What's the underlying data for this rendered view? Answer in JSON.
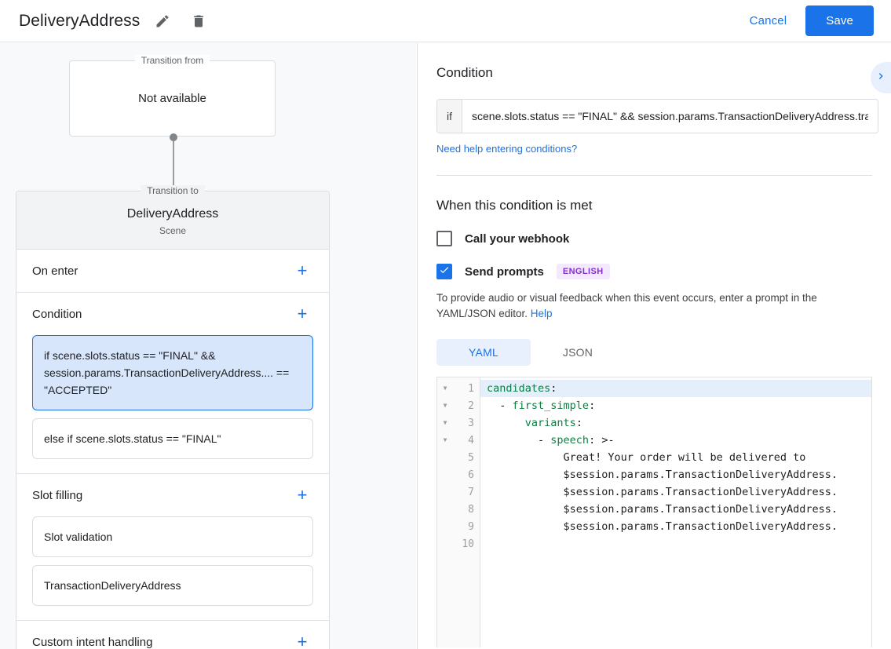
{
  "topbar": {
    "title": "DeliveryAddress",
    "edit_icon": "pencil-icon",
    "delete_icon": "trash-icon",
    "cancel_label": "Cancel",
    "save_label": "Save",
    "accent_color": "#1a73e8"
  },
  "left": {
    "transition_from": {
      "legend": "Transition from",
      "value": "Not available"
    },
    "transition_to": {
      "legend": "Transition to",
      "title": "DeliveryAddress",
      "subtitle": "Scene"
    },
    "sections": [
      {
        "title": "On enter",
        "add_label": "+",
        "items": []
      },
      {
        "title": "Condition",
        "add_label": "+",
        "items": [
          {
            "text": "if scene.slots.status == \"FINAL\" && session.params.TransactionDeliveryAddress.... == \"ACCEPTED\"",
            "selected": true
          },
          {
            "text": "else if scene.slots.status == \"FINAL\"",
            "selected": false
          }
        ]
      },
      {
        "title": "Slot filling",
        "add_label": "+",
        "items": [
          {
            "text": "Slot validation",
            "selected": false
          },
          {
            "text": "TransactionDeliveryAddress",
            "selected": false
          }
        ]
      },
      {
        "title": "Custom intent handling",
        "add_label": "+",
        "items": []
      }
    ]
  },
  "right": {
    "condition": {
      "heading": "Condition",
      "if_label": "if",
      "value": "scene.slots.status == \"FINAL\" && session.params.TransactionDeliveryAddress.transactionDecisionValue.transactionDecision == \"ACCEPTED\"",
      "help_link": "Need help entering conditions?",
      "expand_icon": "chevron-right-icon"
    },
    "when_met": {
      "heading": "When this condition is met",
      "webhook": {
        "label": "Call your webhook",
        "checked": false
      },
      "send_prompts": {
        "label": "Send prompts",
        "checked": true,
        "badge": "ENGLISH",
        "badge_color": "#8430ce"
      },
      "description_before": "To provide audio or visual feedback when this event occurs, enter a prompt in the YAML/JSON editor. ",
      "description_link": "Help"
    },
    "editor": {
      "tabs": [
        {
          "label": "YAML",
          "active": true
        },
        {
          "label": "JSON",
          "active": false
        }
      ],
      "lines": [
        {
          "num": "1",
          "foldable": true,
          "highlight": true,
          "key": "candidates",
          "indent": "",
          "after": ":",
          "rest": ""
        },
        {
          "num": "2",
          "foldable": true,
          "highlight": false,
          "key": "first_simple",
          "indent": "  - ",
          "after": ":",
          "rest": ""
        },
        {
          "num": "3",
          "foldable": true,
          "highlight": false,
          "key": "variants",
          "indent": "      ",
          "after": ":",
          "rest": ""
        },
        {
          "num": "4",
          "foldable": true,
          "highlight": false,
          "key": "speech",
          "indent": "        - ",
          "after": ": ",
          "rest": ">-"
        },
        {
          "num": "5",
          "foldable": false,
          "highlight": false,
          "key": "",
          "indent": "            ",
          "after": "",
          "rest": "Great! Your order will be delivered to"
        },
        {
          "num": "6",
          "foldable": false,
          "highlight": false,
          "key": "",
          "indent": "            ",
          "after": "",
          "rest": "$session.params.TransactionDeliveryAddress."
        },
        {
          "num": "7",
          "foldable": false,
          "highlight": false,
          "key": "",
          "indent": "            ",
          "after": "",
          "rest": "$session.params.TransactionDeliveryAddress."
        },
        {
          "num": "8",
          "foldable": false,
          "highlight": false,
          "key": "",
          "indent": "            ",
          "after": "",
          "rest": "$session.params.TransactionDeliveryAddress."
        },
        {
          "num": "9",
          "foldable": false,
          "highlight": false,
          "key": "",
          "indent": "            ",
          "after": "",
          "rest": "$session.params.TransactionDeliveryAddress."
        },
        {
          "num": "10",
          "foldable": false,
          "highlight": false,
          "key": "",
          "indent": "",
          "after": "",
          "rest": ""
        }
      ]
    }
  }
}
